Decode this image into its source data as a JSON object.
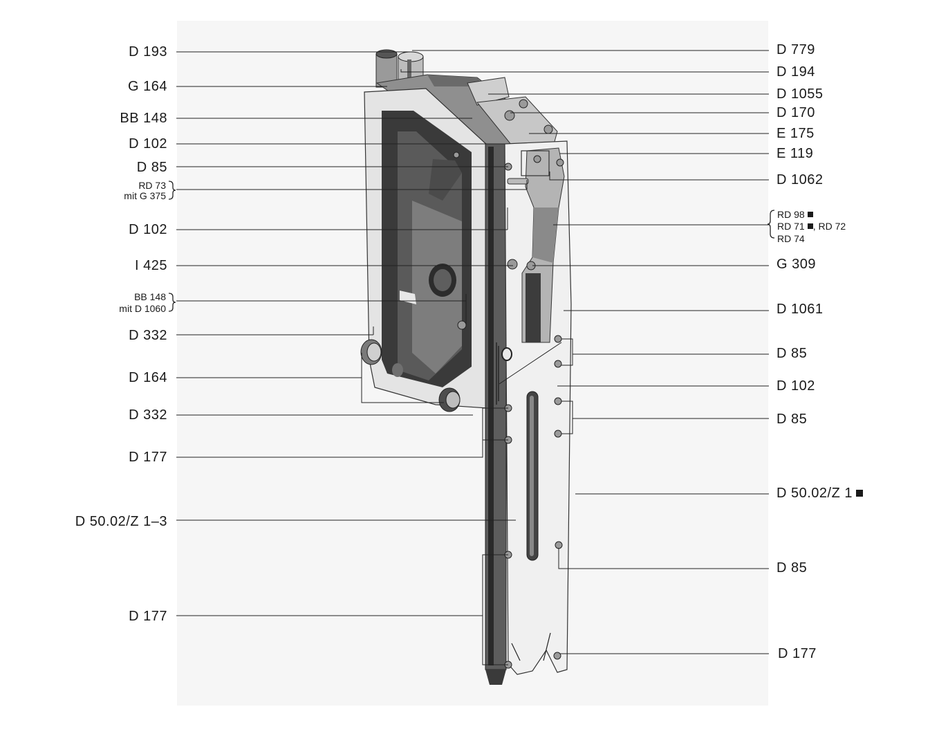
{
  "labels_left": {
    "d193": "D 193",
    "g164": "G 164",
    "bb148": "BB 148",
    "d102_a": "D 102",
    "d85_a": "D 85",
    "rd73": "RD 73",
    "mit_g375": "mit G 375",
    "d102_b": "D 102",
    "i425": "I 425",
    "bb148_b": "BB 148",
    "mit_d1060": "mit D 1060",
    "d332_a": "D 332",
    "d164": "D 164",
    "d332_b": "D 332",
    "d177_a": "D 177",
    "d5002_z13": "D 50.02/Z 1–3",
    "d177_b": "D 177"
  },
  "labels_right": {
    "d779": "D 779",
    "d194": "D 194",
    "d1055": "D 1055",
    "d170": "D 170",
    "e175": "E 175",
    "e119": "E 119",
    "d1062": "D 1062",
    "rd98": "RD 98",
    "rd71": "RD 71",
    "rd72": ", RD 72",
    "rd74": "RD 74",
    "g309": "G 309",
    "d1061": "D 1061",
    "d85_b": "D 85",
    "d102_c": "D 102",
    "d85_c": "D 85",
    "d5002_z1": "D 50.02/Z 1",
    "d85_d": "D 85",
    "d177_c": "D 177"
  },
  "colors": {
    "ink": "#1a1a1a",
    "metal_light": "#e6e6e6",
    "metal_mid": "#a9a9a9",
    "metal_dark": "#3a3a3a"
  }
}
